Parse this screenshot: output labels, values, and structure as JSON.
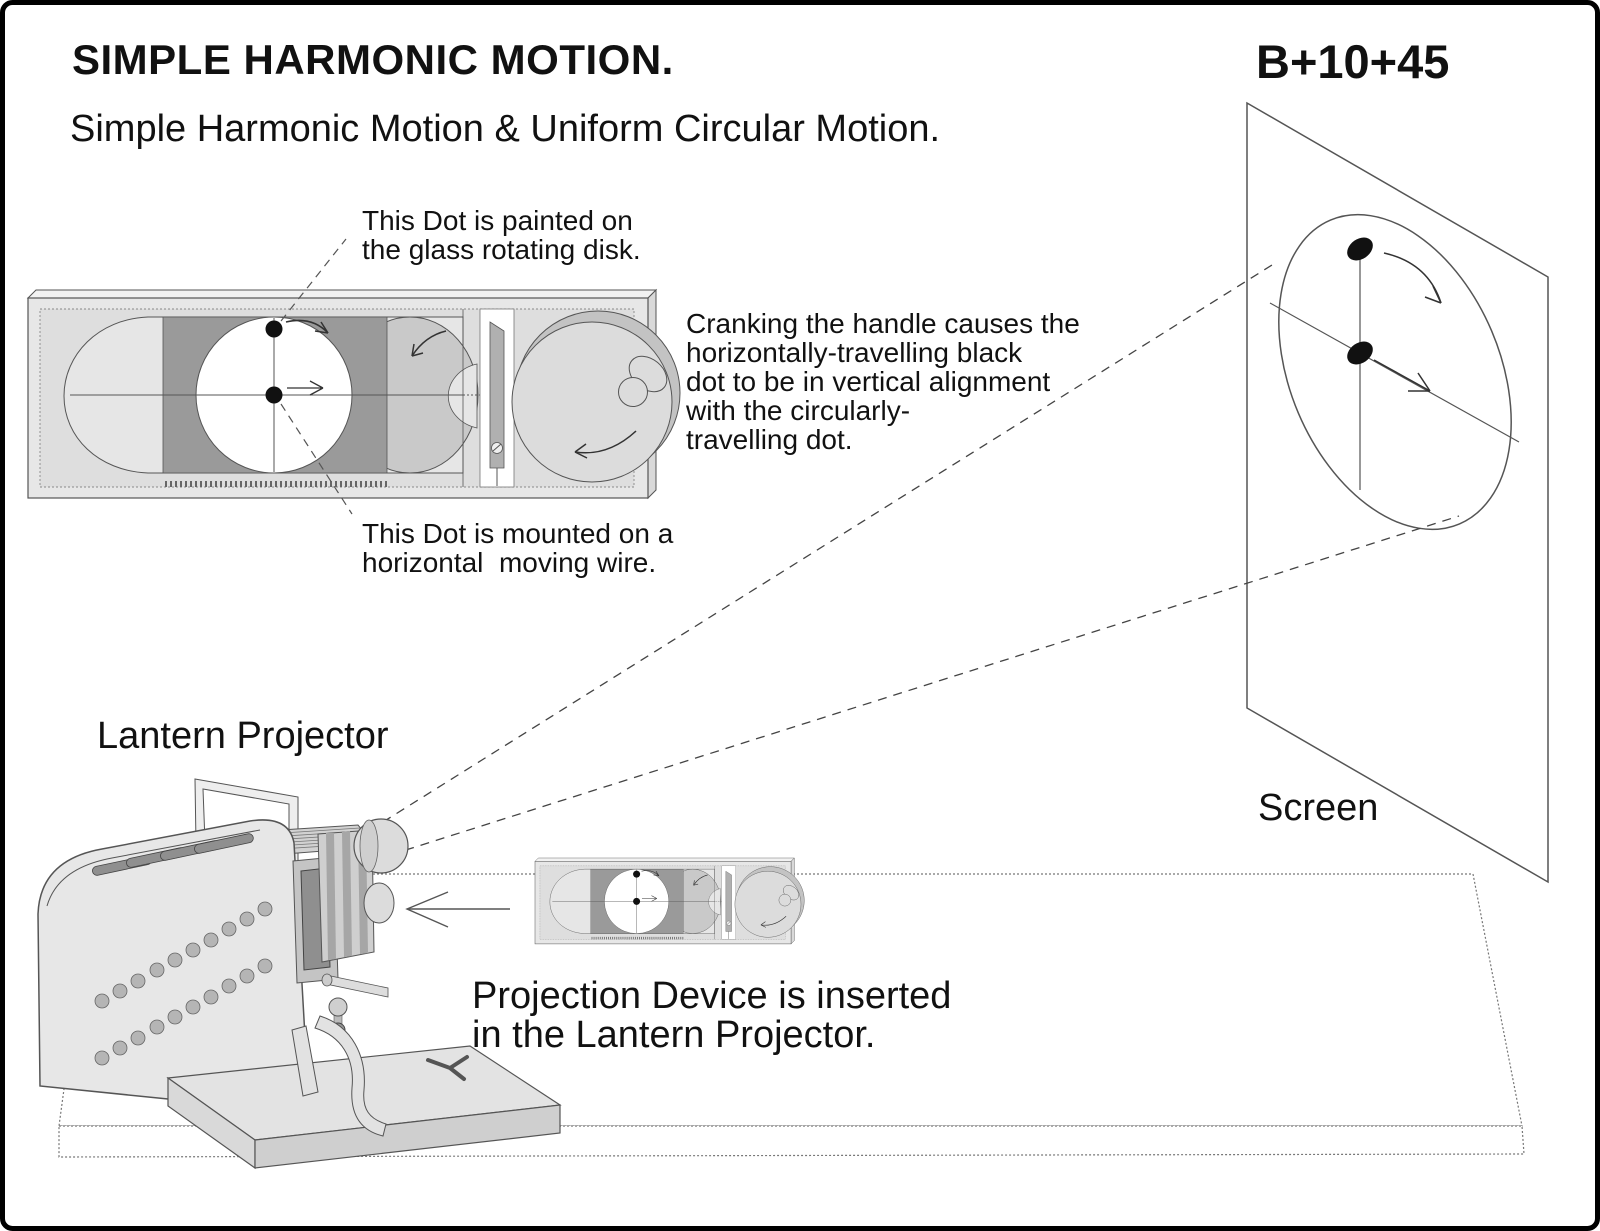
{
  "header": {
    "title": "SIMPLE HARMONIC MOTION.",
    "catalog_code": "B+10+45",
    "subtitle": "Simple Harmonic Motion & Uniform Circular Motion."
  },
  "annotations": {
    "painted_dot": {
      "lines": [
        "This Dot is painted on",
        "the glass rotating disk."
      ]
    },
    "cranking": {
      "lines": [
        "Cranking the handle causes the",
        "horizontally-travelling black",
        "dot to be in vertical alignment",
        "with the circularly-",
        "travelling dot."
      ]
    },
    "mounted_dot": {
      "lines": [
        "This Dot is mounted on a",
        "horizontal  moving wire."
      ]
    },
    "inserted": {
      "lines": [
        "Projection Device is inserted",
        "in the Lantern Projector."
      ]
    }
  },
  "labels": {
    "lantern_projector": "Lantern Projector",
    "screen": "Screen"
  },
  "colors": {
    "background": "#ffffff",
    "ink": "#111111",
    "line": "#555555",
    "device_body": "#e7e7e7",
    "device_panel": "#dedede",
    "dark_panel": "#9a9a9a",
    "rotating_disk_white": "#ffffff",
    "mid_gray": "#c9c9c9",
    "crank_disk": "#dcdcdc",
    "dot": "#111111"
  }
}
